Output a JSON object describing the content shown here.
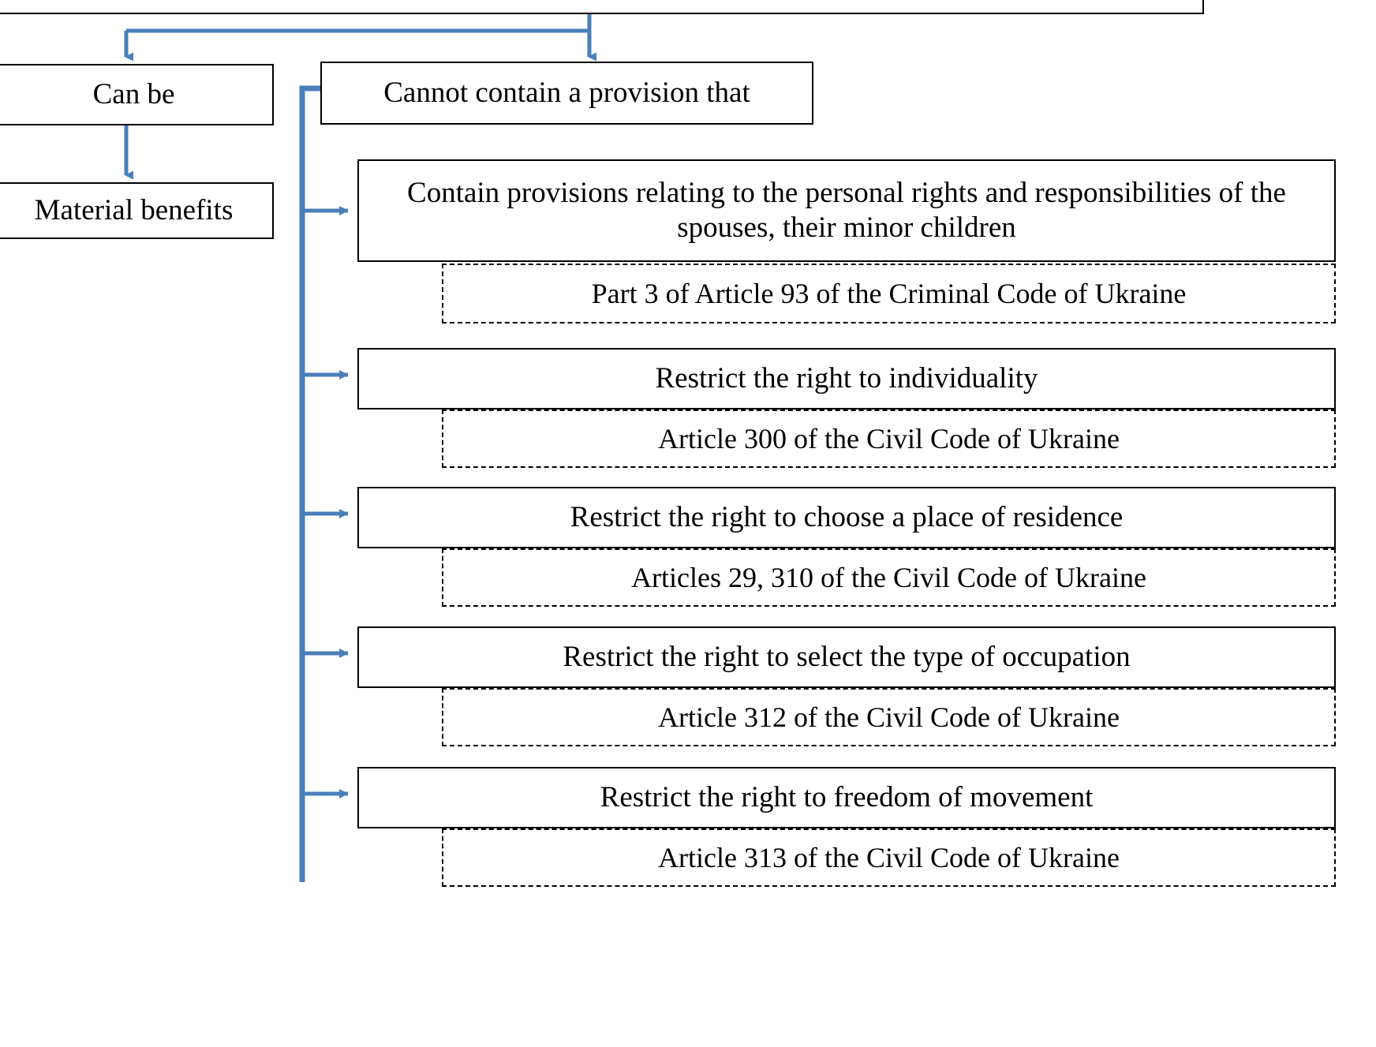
{
  "diagram": {
    "title_box": {
      "text": ""
    },
    "left_column": {
      "can_be": {
        "label": "Can be"
      },
      "material_benefits": {
        "label": "Material benefits"
      }
    },
    "right_column": {
      "header": {
        "label": "Cannot contain a provision that"
      },
      "items": [
        {
          "label": "Contain provisions relating to the personal rights and responsibilities of the spouses, their minor children",
          "reference": "Part 3 of Article 93 of the Criminal Code of Ukraine"
        },
        {
          "label": "Restrict the right to individuality",
          "reference": "Article 300 of the Civil Code of Ukraine"
        },
        {
          "label": "Restrict the right to choose a place of residence",
          "reference": "Articles 29, 310 of the Civil Code of Ukraine"
        },
        {
          "label": "Restrict the right to select the type of occupation",
          "reference": "Article 312 of the Civil Code of Ukraine"
        },
        {
          "label": "Restrict the right to freedom of movement",
          "reference": "Article 313 of the Civil Code of Ukraine"
        }
      ]
    },
    "colors": {
      "connector": "#4a7ebb",
      "box_border": "#000000",
      "text": "#000000",
      "background": "#ffffff"
    }
  }
}
